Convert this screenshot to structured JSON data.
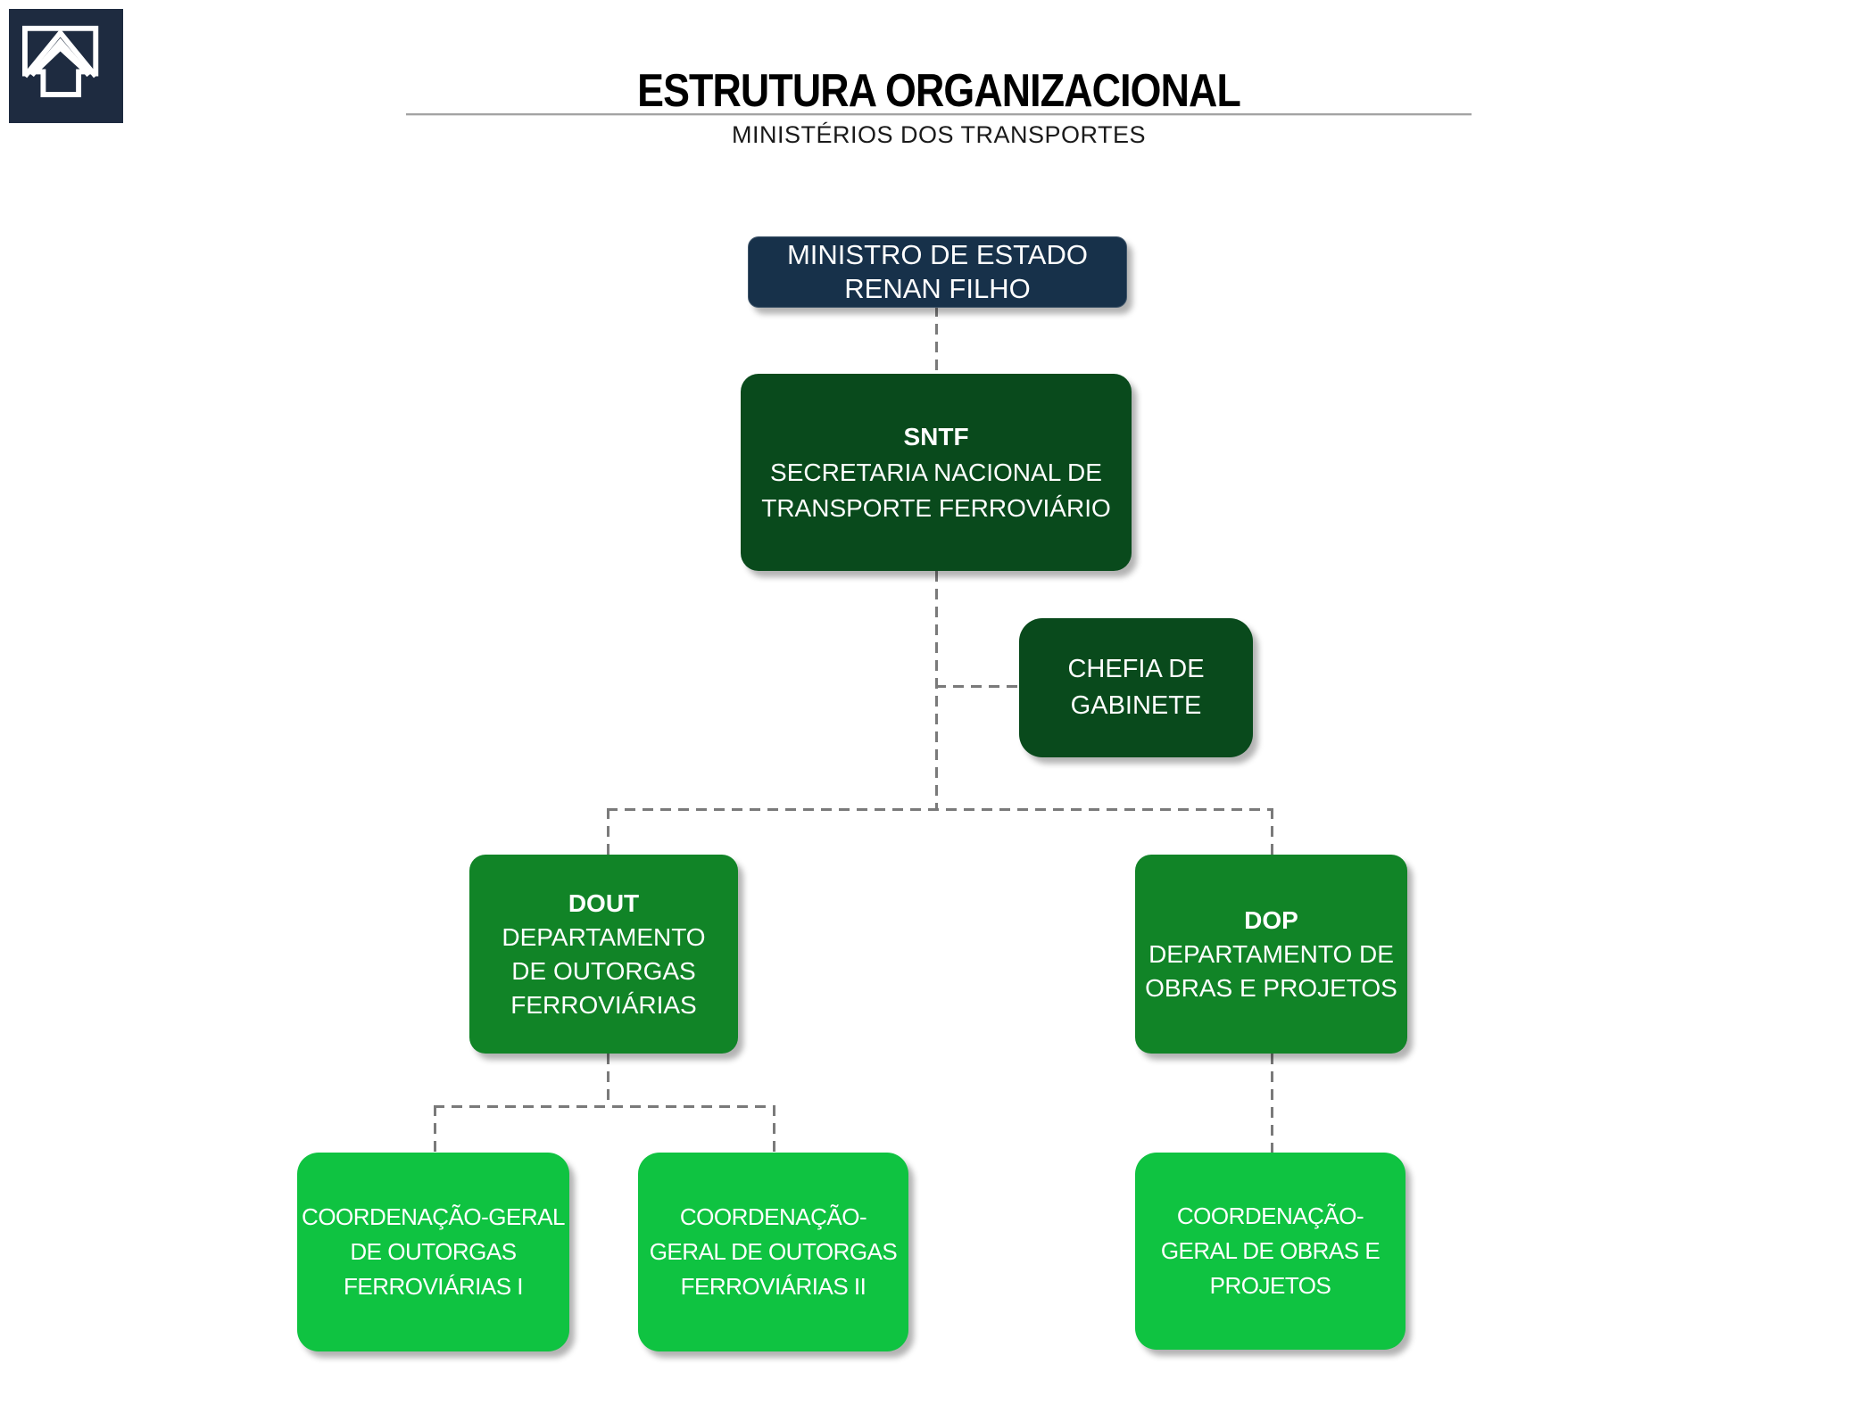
{
  "colors": {
    "navy-logo": "#1e2b40",
    "navy-box": "#17314a",
    "green-dark": "#094a1c",
    "green-mid": "#118427",
    "green-bright": "#0fc341",
    "line-gray": "#7a7a7a",
    "rule-gray": "#a3a3a3",
    "text-dark": "#1a1a1a",
    "text-light": "#ffffff"
  },
  "header": {
    "title": "ESTRUTURA ORGANIZACIONAL",
    "subtitle": "MINISTÉRIOS DOS TRANSPORTES"
  },
  "logo": {
    "icon": "transportes-arrow-house-logo"
  },
  "org": {
    "nodes": {
      "minister": {
        "label": "MINISTRO DE ESTADO\nRENAN FILHO"
      },
      "sntf": {
        "acronym": "SNTF",
        "label": "SECRETARIA NACIONAL DE\nTRANSPORTE FERROVIÁRIO"
      },
      "chefia": {
        "label": "CHEFIA DE\nGABINETE"
      },
      "dout": {
        "acronym": "DOUT",
        "label": "DEPARTAMENTO\nDE OUTORGAS\nFERROVIÁRIAS"
      },
      "dop": {
        "acronym": "DOP",
        "label": "DEPARTAMENTO DE\nOBRAS E PROJETOS"
      },
      "cg_outorgas_1": {
        "label": "COORDENAÇÃO-GERAL\nDE OUTORGAS\nFERROVIÁRIAS I"
      },
      "cg_outorgas_2": {
        "label": "COORDENAÇÃO-\nGERAL DE OUTORGAS\nFERROVIÁRIAS II"
      },
      "cg_obras": {
        "label": "COORDENAÇÃO-\nGERAL DE OBRAS E\nPROJETOS"
      }
    },
    "edges": [
      [
        "minister",
        "sntf"
      ],
      [
        "sntf",
        "chefia"
      ],
      [
        "sntf",
        "dout"
      ],
      [
        "sntf",
        "dop"
      ],
      [
        "dout",
        "cg_outorgas_1"
      ],
      [
        "dout",
        "cg_outorgas_2"
      ],
      [
        "dop",
        "cg_obras"
      ]
    ]
  }
}
